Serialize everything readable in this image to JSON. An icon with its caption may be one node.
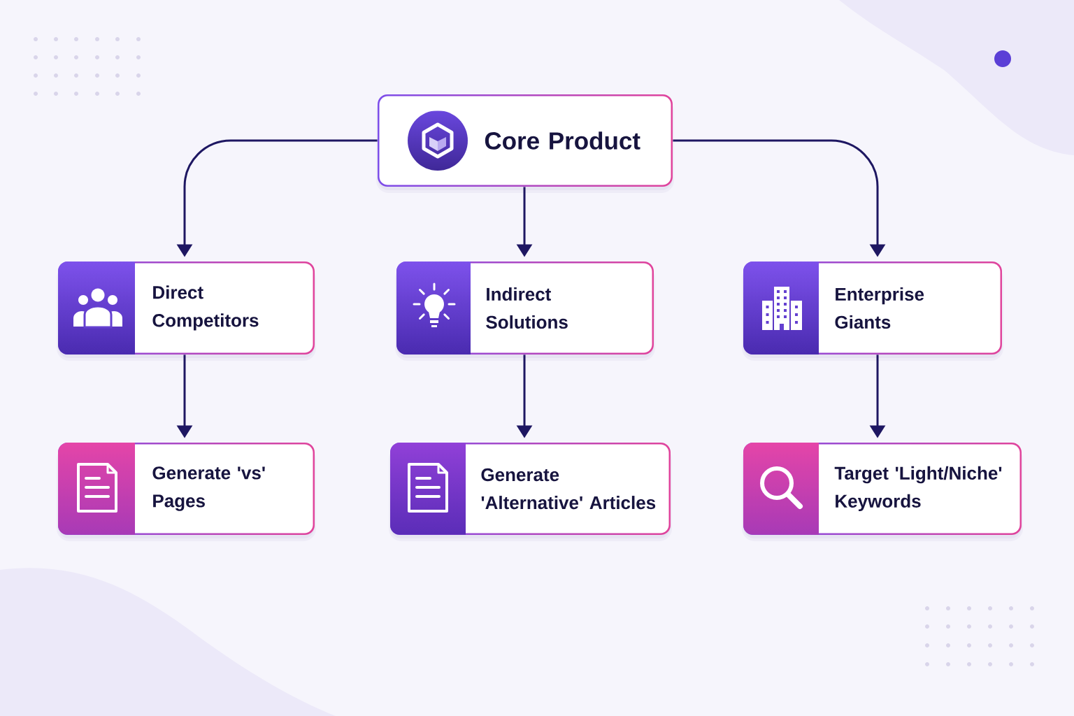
{
  "diagram": {
    "nodes": [
      {
        "text": [
          "Core Product"
        ]
      },
      {
        "text": [
          "Direct Competitors"
        ]
      },
      {
        "text": [
          "Indirect Solutions"
        ]
      },
      {
        "text": [
          "Enterprise Giants"
        ]
      },
      {
        "text": [
          "Generate 'vs' Pages"
        ]
      },
      {
        "text": [
          "Generate 'Alternative' Articles"
        ]
      },
      {
        "text": [
          "Target 'Light/Niche' Keywords"
        ]
      }
    ],
    "edges": [
      {
        "from": 0,
        "to": 1,
        "arrow": "to"
      },
      {
        "from": 0,
        "to": 2,
        "arrow": "to"
      },
      {
        "from": 0,
        "to": 3,
        "arrow": "to"
      },
      {
        "from": 1,
        "to": 4,
        "arrow": "to"
      },
      {
        "from": 2,
        "to": 5,
        "arrow": "to"
      },
      {
        "from": 3,
        "to": 6,
        "arrow": "to"
      }
    ]
  }
}
